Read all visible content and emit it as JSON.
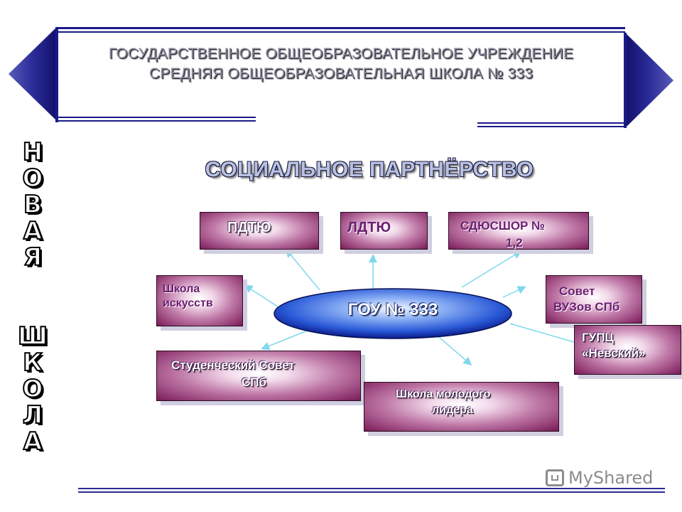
{
  "header": {
    "line1": "ГОСУДАРСТВЕННОЕ ОБЩЕОБРАЗОВАТЕЛЬНОЕ УЧРЕЖДЕНИЕ",
    "line2": "СРЕДНЯЯ ОБЩЕОБРАЗОВАТЕЛЬНАЯ ШКОЛА № 333"
  },
  "side_word_1": [
    "Н",
    "О",
    "В",
    "А",
    "Я"
  ],
  "side_word_2": [
    "Ш",
    "К",
    "О",
    "Л",
    "А"
  ],
  "subtitle": "СОЦИАЛЬНОЕ ПАРТНЁРСТВО",
  "hub": "ГОУ № 333",
  "partners": {
    "pdtyu": "ПДТЮ",
    "ldtyu": "ЛДТЮ",
    "sdyushor_1": "СДЮСШОР №",
    "sdyushor_2": "1,2",
    "art_school_1": "Школа",
    "art_school_2": "искусств",
    "council_1": "Совет",
    "council_2": "ВУЗов СПб",
    "gupc_1": "ГУПЦ",
    "gupc_2": "«Невский»",
    "student_1": "Студенческий Совет",
    "student_2": "СПб",
    "leader_1": "Школа молодого",
    "leader_2": "лидера"
  },
  "watermark": "MyShared",
  "colors": {
    "banner_blue": "#1a1a8a",
    "box_purple": "#7a1a58",
    "arrow": "#7fd8ee",
    "hub_blue": "#2a5ad8"
  }
}
